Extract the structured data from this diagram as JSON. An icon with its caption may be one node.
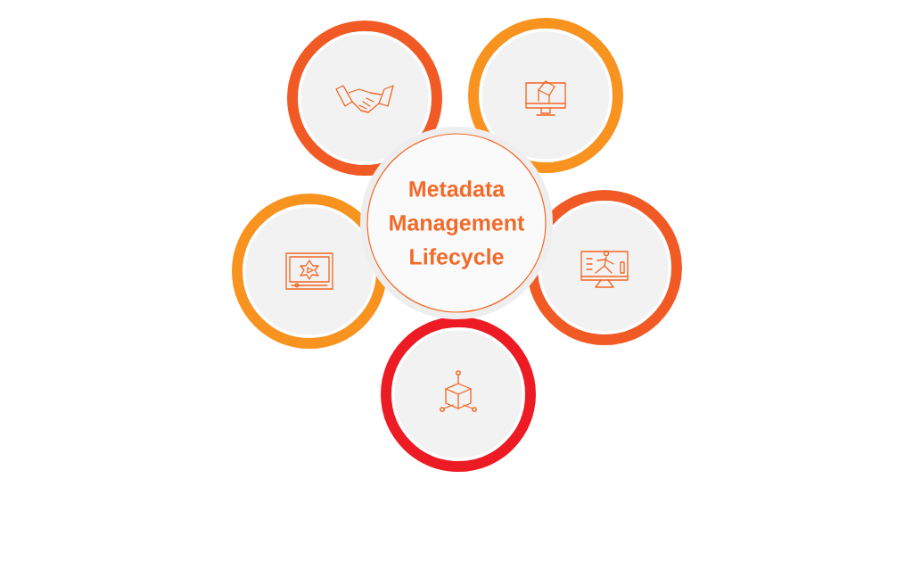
{
  "diagram": {
    "nodes": [
      {
        "text": [
          "Metadata Management Lifecycle"
        ]
      },
      {
        "text": [],
        "shape": "circle"
      },
      {
        "text": [],
        "shape": "circle"
      },
      {
        "text": [],
        "shape": "circle"
      },
      {
        "text": [],
        "shape": "circle"
      },
      {
        "text": [],
        "shape": "circle"
      }
    ]
  }
}
